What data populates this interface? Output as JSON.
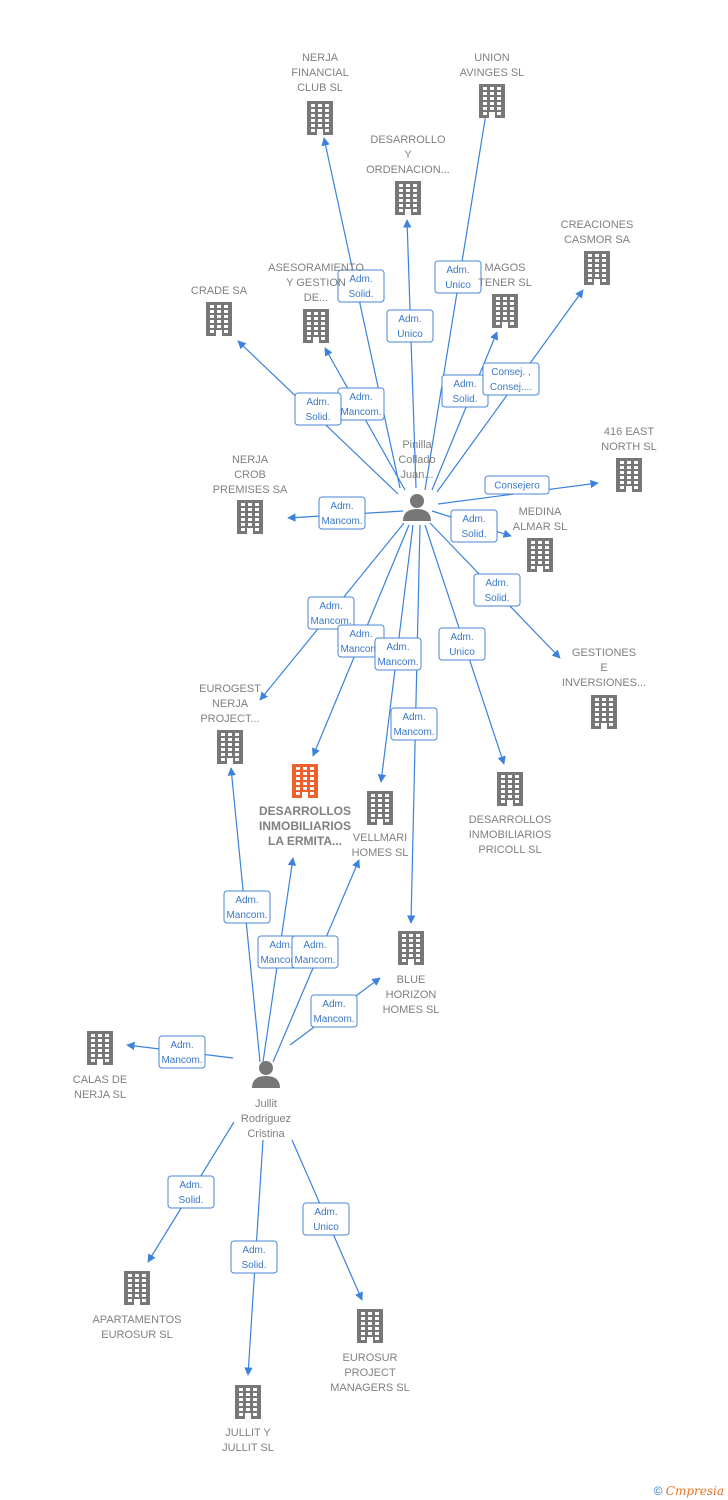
{
  "companies": [
    {
      "id": "nerja_financial",
      "lines": [
        "NERJA",
        "FINANCIAL",
        "CLUB SL"
      ]
    },
    {
      "id": "union_avinges",
      "lines": [
        "UNION",
        "AVINGES  SL"
      ]
    },
    {
      "id": "desarrollo_ord",
      "lines": [
        "DESARROLLO",
        "Y",
        "ORDENACION..."
      ]
    },
    {
      "id": "creaciones",
      "lines": [
        "CREACIONES",
        "CASMOR SA"
      ]
    },
    {
      "id": "magos",
      "lines": [
        "MAGOS",
        "TENER  SL"
      ]
    },
    {
      "id": "asesoramiento",
      "lines": [
        "ASESORAMIENTO",
        "Y GESTION",
        "DE..."
      ]
    },
    {
      "id": "crade",
      "lines": [
        "CRADE SA"
      ]
    },
    {
      "id": "east416",
      "lines": [
        "416 EAST",
        "NORTH  SL"
      ]
    },
    {
      "id": "nerja_crob",
      "lines": [
        "NERJA",
        "CROB",
        "PREMISES SA"
      ]
    },
    {
      "id": "medina",
      "lines": [
        "MEDINA",
        "ALMAR SL"
      ]
    },
    {
      "id": "gestiones",
      "lines": [
        "GESTIONES",
        "E",
        "INVERSIONES..."
      ]
    },
    {
      "id": "eurogest",
      "lines": [
        "EUROGEST",
        "NERJA",
        "PROJECT..."
      ]
    },
    {
      "id": "ermita",
      "lines": [
        "DESARROLLOS",
        "INMOBILIARIOS",
        "LA ERMITA..."
      ],
      "main": true
    },
    {
      "id": "vellmari",
      "lines": [
        "VELLMARI",
        "HOMES  SL"
      ]
    },
    {
      "id": "pricoll",
      "lines": [
        "DESARROLLOS",
        "INMOBILIARIOS",
        "PRICOLL  SL"
      ]
    },
    {
      "id": "blue_horizon",
      "lines": [
        "BLUE",
        "HORIZON",
        "HOMES  SL"
      ]
    },
    {
      "id": "calas",
      "lines": [
        "CALAS DE",
        "NERJA  SL"
      ]
    },
    {
      "id": "apartamentos",
      "lines": [
        "APARTAMENTOS",
        "EUROSUR  SL"
      ]
    },
    {
      "id": "eurosur_pm",
      "lines": [
        "EUROSUR",
        "PROJECT",
        "MANAGERS  SL"
      ]
    },
    {
      "id": "jullit_sl",
      "lines": [
        "JULLIT Y",
        "JULLIT  SL"
      ]
    }
  ],
  "persons": [
    {
      "id": "pinilla",
      "lines": [
        "Pinilla",
        "Collado",
        "Juan..."
      ]
    },
    {
      "id": "jullit",
      "lines": [
        "Jullit",
        "Rodriguez",
        "Cristina"
      ]
    }
  ],
  "edges": [
    {
      "from": "pinilla",
      "to": "nerja_financial",
      "lines": [
        "Adm.",
        "Solid."
      ]
    },
    {
      "from": "pinilla",
      "to": "desarrollo_ord",
      "lines": [
        "Adm.",
        "Unico"
      ]
    },
    {
      "from": "pinilla",
      "to": "union_avinges",
      "lines": [
        "Adm.",
        "Unico"
      ]
    },
    {
      "from": "pinilla",
      "to": "magos",
      "lines": [
        "Adm.",
        "Solid."
      ]
    },
    {
      "from": "pinilla",
      "to": "creaciones",
      "lines": [
        "Consej. ,",
        "Consej...."
      ]
    },
    {
      "from": "pinilla",
      "to": "asesoramiento",
      "lines": [
        "Adm.",
        "Mancom."
      ]
    },
    {
      "from": "pinilla",
      "to": "crade",
      "lines": [
        "Adm.",
        "Solid."
      ]
    },
    {
      "from": "pinilla",
      "to": "east416",
      "lines": [
        "Consejero"
      ]
    },
    {
      "from": "pinilla",
      "to": "nerja_crob",
      "lines": [
        "Adm.",
        "Mancom."
      ]
    },
    {
      "from": "pinilla",
      "to": "medina",
      "lines": [
        "Adm.",
        "Solid."
      ]
    },
    {
      "from": "pinilla",
      "to": "gestiones",
      "lines": [
        "Adm.",
        "Solid."
      ]
    },
    {
      "from": "pinilla",
      "to": "eurogest",
      "lines": [
        "Adm.",
        "Mancom."
      ]
    },
    {
      "from": "pinilla",
      "to": "ermita",
      "lines": [
        "Adm.",
        "Mancom."
      ]
    },
    {
      "from": "pinilla",
      "to": "vellmari",
      "lines": [
        "Adm.",
        "Mancom."
      ]
    },
    {
      "from": "pinilla",
      "to": "pricoll",
      "lines": [
        "Adm.",
        "Unico"
      ]
    },
    {
      "from": "pinilla",
      "to": "blue_horizon",
      "lines": [
        "Adm.",
        "Mancom."
      ]
    },
    {
      "from": "jullit",
      "to": "eurogest",
      "lines": [
        "Adm.",
        "Mancom."
      ]
    },
    {
      "from": "jullit",
      "to": "ermita",
      "lines": [
        "Adm.",
        "Mancom."
      ]
    },
    {
      "from": "jullit",
      "to": "vellmari",
      "lines": [
        "Adm.",
        "Mancom."
      ]
    },
    {
      "from": "jullit",
      "to": "blue_horizon",
      "lines": [
        "Adm.",
        "Mancom."
      ]
    },
    {
      "from": "jullit",
      "to": "calas",
      "lines": [
        "Adm.",
        "Mancom."
      ]
    },
    {
      "from": "jullit",
      "to": "apartamentos",
      "lines": [
        "Adm.",
        "Solid."
      ]
    },
    {
      "from": "jullit",
      "to": "jullit_sl",
      "lines": [
        "Adm.",
        "Solid."
      ]
    },
    {
      "from": "jullit",
      "to": "eurosur_pm",
      "lines": [
        "Adm.",
        "Unico"
      ]
    }
  ],
  "colors": {
    "edge": "#3a82dc",
    "building": "#777777",
    "building_main": "#f0602c",
    "person": "#777777"
  },
  "footer": {
    "copyright": "©",
    "brand_initial": "C",
    "brand_rest": "mpresia"
  }
}
